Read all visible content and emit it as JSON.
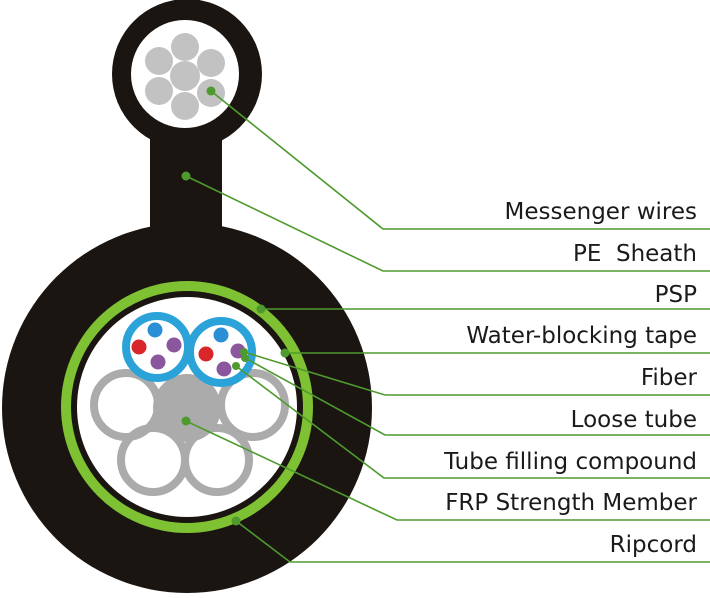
{
  "labels": {
    "messenger_wires": "Messenger wires",
    "pe_sheath": "PE  Sheath",
    "psp": "PSP",
    "water_blocking_tape": "Water-blocking tape",
    "fiber": "Fiber",
    "loose_tube": "Loose tube",
    "tube_filling_compound": "Tube filling compound",
    "frp_strength_member": "FRP Strength Member",
    "ripcord": "Ripcord"
  },
  "colors": {
    "sheath": "#1b1511",
    "psp": "#7ec133",
    "leader": "#4e9a2e",
    "wire": "#c2c2c2",
    "filler": "#ababab",
    "tube": "#2ca3d8",
    "fiber_blue": "#2a8fd4",
    "fiber_red": "#d8262a",
    "fiber_purple": "#8a569d"
  }
}
